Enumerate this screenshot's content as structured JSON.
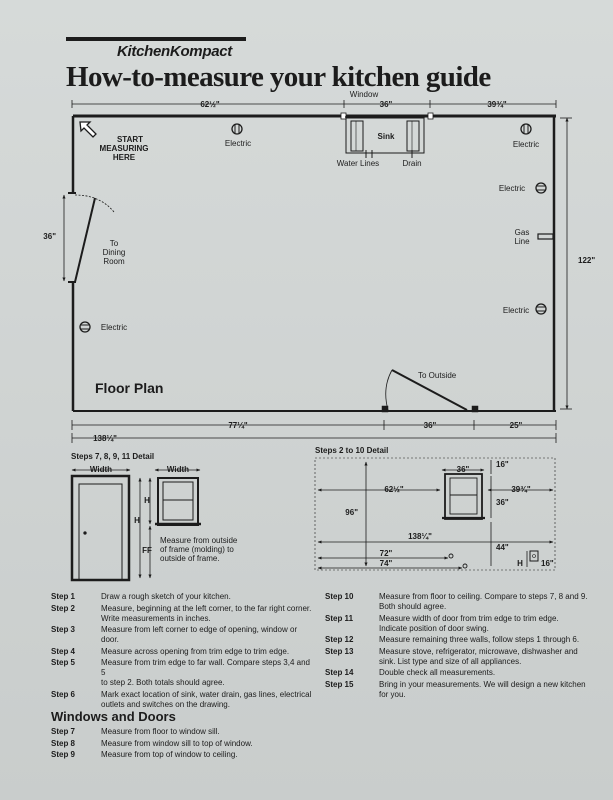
{
  "brand": "KitchenKompact",
  "title": "How-to-measure your kitchen guide",
  "floor_plan": {
    "window_label": "Window",
    "dim_left_top": "62½\"",
    "dim_window": "36\"",
    "dim_right_top": "39¾\"",
    "start_label": [
      "START",
      "MEASURING",
      "HERE"
    ],
    "electric": "Electric",
    "sink": "Sink",
    "water_lines": "Water Lines",
    "drain": "Drain",
    "gas_line": [
      "Gas",
      "Line"
    ],
    "dim_door_left": "36\"",
    "to_dining": [
      "To",
      "Dining",
      "Room"
    ],
    "dim_right_side": "122\"",
    "to_outside": "To Outside",
    "floor_plan_label": "Floor Plan",
    "dim_bottom_left": "77¼\"",
    "dim_bottom_door": "36\"",
    "dim_bottom_right": "25\"",
    "dim_total_bottom": "138¼\""
  },
  "detail_left": {
    "title": "Steps 7, 8, 9, 11 Detail",
    "width1": "Width",
    "width2": "Width",
    "h": "H",
    "ff": "FF",
    "note": [
      "Measure from outside",
      "of frame (molding) to",
      "outside of frame."
    ]
  },
  "detail_right": {
    "title": "Steps 2 to 10 Detail",
    "dim_36": "36\"",
    "dim_16_top": "16\"",
    "dim_62": "62½\"",
    "dim_39": "39¾\"",
    "dim_96": "96\"",
    "dim_36_side": "36\"",
    "dim_138": "138¼\"",
    "dim_44": "44\"",
    "dim_72": "72\"",
    "dim_74": "74\"",
    "h": "H",
    "dim_16_bottom": "16\""
  },
  "steps_left": [
    {
      "num": "Step 1",
      "text": [
        "Draw a rough sketch of your kitchen."
      ]
    },
    {
      "num": "Step 2",
      "text": [
        "Measure, beginning at the left corner, to the far right corner.",
        "Write measurements in inches."
      ]
    },
    {
      "num": "Step 3",
      "text": [
        "Measure from left corner to edge of opening, window or door."
      ]
    },
    {
      "num": "Step 4",
      "text": [
        "Measure across opening from trim edge to trim edge."
      ]
    },
    {
      "num": "Step 5",
      "text": [
        "Measure from trim edge to far wall. Compare steps 3,4 and 5",
        "to step 2. Both totals should agree."
      ]
    },
    {
      "num": "Step 6",
      "text": [
        "Mark exact location of sink, water drain, gas lines, electrical",
        "outlets and switches on the drawing."
      ]
    }
  ],
  "steps_right": [
    {
      "num": "Step 10",
      "text": [
        "Measure from floor to ceiling. Compare to steps 7, 8 and 9.",
        "Both should agree."
      ]
    },
    {
      "num": "Step 11",
      "text": [
        "Measure width of door from trim edge to trim edge.",
        "Indicate position of door swing."
      ]
    },
    {
      "num": "Step 12",
      "text": [
        "Measure remaining three walls, follow steps 1 through 6."
      ]
    },
    {
      "num": "Step 13",
      "text": [
        "Measure stove, refrigerator, microwave, dishwasher and",
        "sink. List type and size of all appliances."
      ]
    },
    {
      "num": "Step 14",
      "text": [
        "Double check all measurements."
      ]
    },
    {
      "num": "Step 15",
      "text": [
        "Bring in your measurements. We will design a new kitchen",
        "for you."
      ]
    }
  ],
  "windows_doors": {
    "heading": "Windows and Doors",
    "steps": [
      {
        "num": "Step 7",
        "text": [
          "Measure from floor to window sill."
        ]
      },
      {
        "num": "Step 8",
        "text": [
          "Measure from window sill to top of window."
        ]
      },
      {
        "num": "Step 9",
        "text": [
          "Measure from top of window to ceiling."
        ]
      }
    ]
  }
}
